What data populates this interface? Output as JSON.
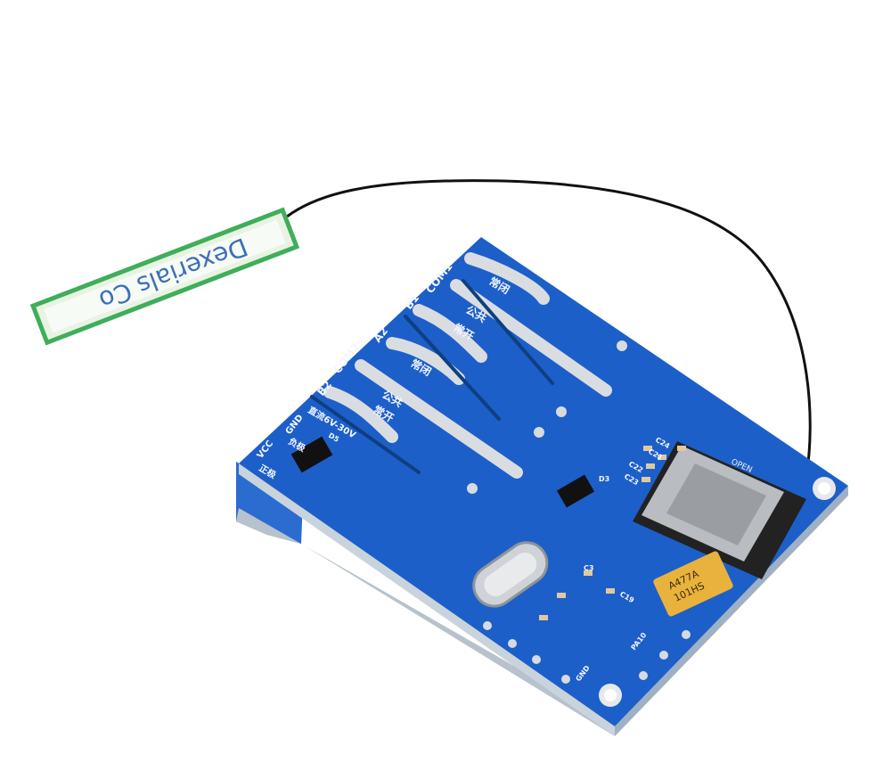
{
  "antenna": {
    "brand_text": "Dexerials Co"
  },
  "board": {
    "colors": {
      "pcb": "#1d5fc9",
      "pcb_dark": "#164da8",
      "terminal": "#2a6cd0",
      "antenna_border": "#3fae5a",
      "cable": "#111111",
      "capacitor": "#e9b23c"
    },
    "relay1": {
      "nc": "常闭",
      "com": "COM1",
      "common": "公共",
      "no": "常开",
      "b": "B1"
    },
    "relay2": {
      "a": "A2",
      "nc": "常闭",
      "com": "COM2",
      "common": "公共",
      "no": "常开",
      "b": "B2"
    },
    "power": {
      "range": "直流6V-30V",
      "gnd": "GND",
      "vcc": "VCC",
      "neg": "负极",
      "pos": "正极",
      "diode": "D5"
    },
    "parts": {
      "d3": "D3",
      "sim_open": "OPEN",
      "cap_marking_1": "A477A",
      "cap_marking_2": "101HS",
      "c24": "C24",
      "c21": "C21",
      "c22": "C22",
      "c23": "C23",
      "c3": "C3",
      "c19": "C19",
      "gnd2": "GND",
      "pa": "PA10"
    }
  }
}
